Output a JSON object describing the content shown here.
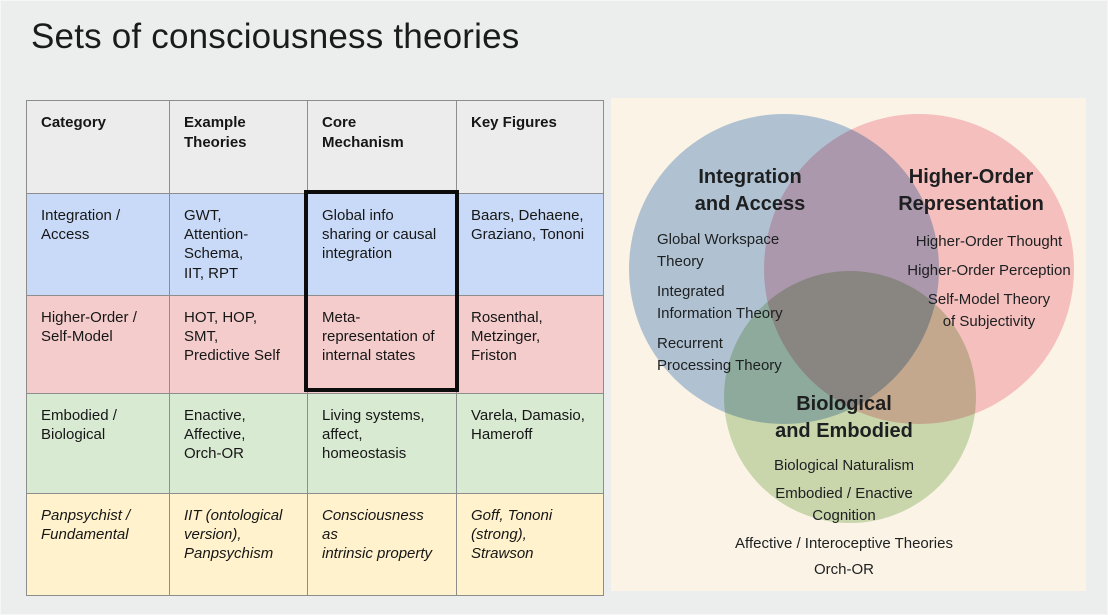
{
  "slide": {
    "title": "Sets of consciousness theories"
  },
  "colors": {
    "page_bg": "#eceded",
    "header_bg": "#ececec",
    "row_blue": "#c9daf8",
    "row_pink": "#f4cccc",
    "row_green": "#d9ead3",
    "row_yellow": "#fff2cc",
    "venn_bg": "#fbf4e6",
    "venn_blue": "#b3cbe8",
    "venn_pink": "#f8c8d2",
    "venn_green": "#cce0bf",
    "highlight_border": "#0c0c0c"
  },
  "table": {
    "headers": [
      "Category",
      "Example\nTheories",
      "Core\nMechanism",
      "Key Figures"
    ],
    "rows": [
      {
        "cells": [
          "Integration /\nAccess",
          "GWT,\nAttention-Schema,\nIIT, RPT",
          "Global info\nsharing or causal\nintegration",
          "Baars, Dehaene,\nGraziano, Tononi"
        ]
      },
      {
        "cells": [
          "Higher-Order /\nSelf-Model",
          "HOT, HOP, SMT,\nPredictive Self",
          "Meta-\nrepresentation of\ninternal states",
          "Rosenthal,\nMetzinger, Friston"
        ]
      },
      {
        "cells": [
          "Embodied /\nBiological",
          "Enactive,\nAffective,\nOrch-OR",
          "Living systems,\naffect,\nhomeostasis",
          "Varela, Damasio,\nHameroff"
        ]
      },
      {
        "cells": [
          "Panpsychist /\nFundamental",
          "IIT (ontological\nversion),\nPanpsychism",
          "Consciousness as\nintrinsic property",
          "Goff, Tononi\n(strong), Strawson"
        ]
      }
    ]
  },
  "venn": {
    "blue": {
      "title": "Integration\nand Access",
      "items": [
        "Global Workspace\nTheory",
        "Integrated\nInformation Theory",
        "Recurrent\nProcessing Theory"
      ]
    },
    "pink": {
      "title": "Higher-Order\nRepresentation",
      "items": [
        "Higher-Order Thought",
        "Higher-Order Perception",
        "Self-Model Theory\nof Subjectivity"
      ]
    },
    "green": {
      "title": "Biological\nand Embodied",
      "items": [
        "Biological Naturalism",
        "Embodied / Enactive\nCognition"
      ]
    },
    "footer": {
      "items": [
        "Affective / Interoceptive Theories",
        "Orch-OR"
      ]
    }
  }
}
